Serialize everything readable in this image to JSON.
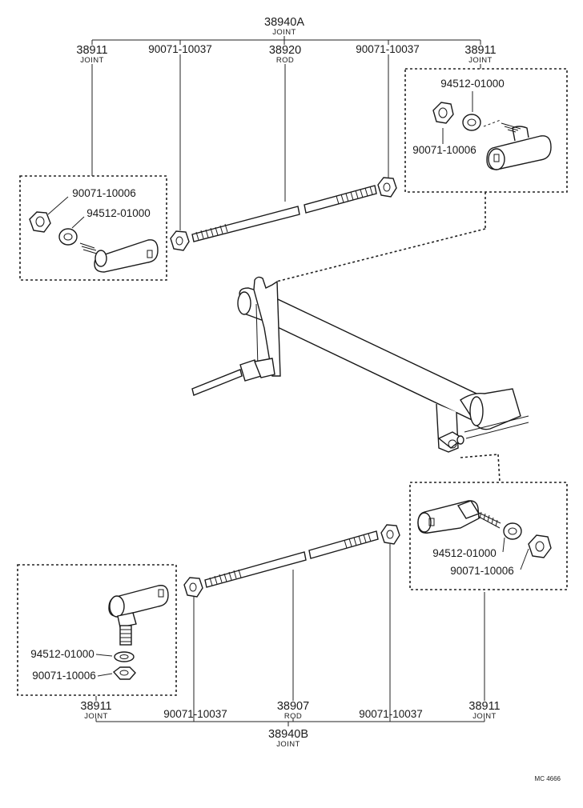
{
  "labels": {
    "top_assy_no": "38940A",
    "top_assy_name": "JOINT",
    "top_left_joint_no": "38911",
    "top_left_joint_name": "JOINT",
    "top_nut_left_no": "90071-10037",
    "top_rod_no": "38920",
    "top_rod_name": "ROD",
    "top_nut_right_no": "90071-10037",
    "top_right_joint_no": "38911",
    "top_right_joint_name": "JOINT",
    "top_right_washer_no": "94512-01000",
    "top_right_nut_no": "90071-10006",
    "left_nut_no": "90071-10006",
    "left_washer_no": "94512-01000",
    "br_washer_no": "94512-01000",
    "br_nut_no": "90071-10006",
    "bl_washer_no": "94512-01000",
    "bl_nut_no": "90071-10006",
    "bot_left_joint_no": "38911",
    "bot_left_joint_name": "JOINT",
    "bot_nut_left_no": "90071-10037",
    "bot_rod_no": "38907",
    "bot_rod_name": "ROD",
    "bot_nut_right_no": "90071-10037",
    "bot_right_joint_no": "38911",
    "bot_right_joint_name": "JOINT",
    "bot_assy_no": "38940B",
    "bot_assy_name": "JOINT",
    "figure_code": "MC 4666"
  }
}
